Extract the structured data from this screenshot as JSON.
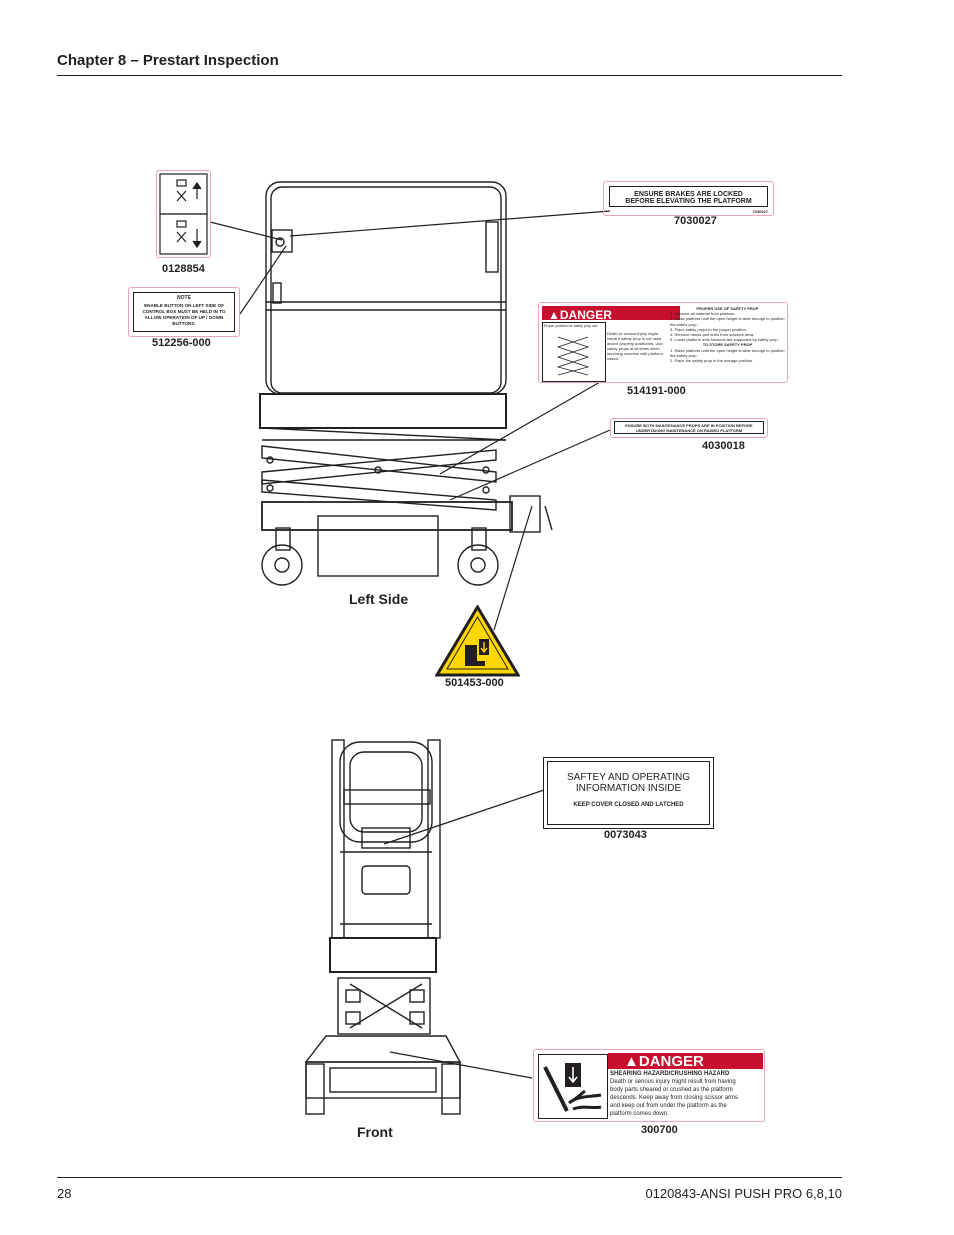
{
  "header": {
    "title": "Chapter 8 – Prestart Inspection"
  },
  "footer": {
    "page_number": "28",
    "doc_id": "0120843-ANSI PUSH PRO 6,8,10"
  },
  "views": {
    "left_side": "Left Side",
    "front": "Front"
  },
  "decals": {
    "d0128854": {
      "part": "0128854"
    },
    "d512256": {
      "part": "512256-000",
      "title": "NOTE",
      "text": "ENABLE BUTTON ON LEFT SIDE OF CONTROL BOX MUST BE HELD IN TO ALLOW OPERATION OF UP / DOWN BUTTONS."
    },
    "d7030027": {
      "part": "7030027",
      "line1": "ENSURE BRAKES ARE LOCKED",
      "line2": "BEFORE ELEVATING THE PLATFORM",
      "small": "7030027"
    },
    "d514191": {
      "part": "514191-000",
      "banner": "DANGER",
      "inset_caption": "Proper position for safety prop use",
      "left_text": "Death or serious injury might result if safety prop is not used and/or properly positioned. Use safety props at all times when servicing machine with platform raised.",
      "heading1": "PROPER USE OF SAFETY PROP",
      "steps1": [
        "1. Remove all material from platform.",
        "2. Raise platform until the open height is wide enough to position the safety prop.",
        "3. Place safety props in the proper position.",
        "4. Remove hands and arms from scissors area.",
        "5. Lower platform until fulcrums are supported by safety prop."
      ],
      "heading2": "TO STORE SAFETY PROP",
      "steps2": [
        "1. Raise platform until the open height is wide enough to position the safety prop.",
        "2. Place the safety prop in the storage position."
      ]
    },
    "d4030018": {
      "part": "4030018",
      "line1": "ENSURE BOTH MAINTENANCE PROPS ARE IN POSITION BEFORE",
      "line2": "UNDERTAKING MAINTENANCE ON RAISED PLATFORM"
    },
    "d501453": {
      "part": "501453-000"
    },
    "d0073043": {
      "part": "0073043",
      "line1": "SAFTEY AND OPERATING",
      "line2": "INFORMATION INSIDE",
      "line3": "KEEP COVER CLOSED AND LATCHED"
    },
    "d300700": {
      "part": "300700",
      "banner": "DANGER",
      "heading": "SHEARING HAZARD/CRUSHING HAZARD",
      "body": [
        "Death or serious injury might result from having",
        "body parts sheared or crushed as the platform",
        "descends. Keep away from closing scissor arms",
        "and keep out from under the platform as the",
        "platform comes down."
      ]
    }
  },
  "colors": {
    "danger_red": "#c8102e",
    "warning_yellow": "#ffd700",
    "ink": "#231f20",
    "decal_border": "#e7a6b4"
  }
}
